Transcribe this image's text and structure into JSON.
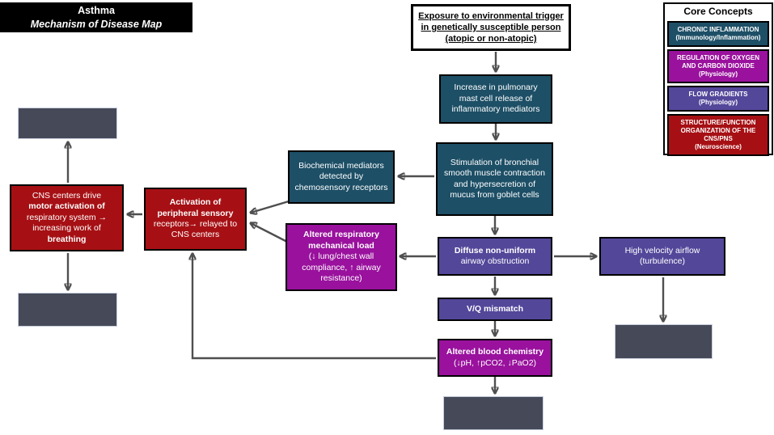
{
  "title": {
    "line1": "Asthma",
    "line2": "Mechanism of Disease Map"
  },
  "colors": {
    "chronic_inflammation_teal": "#1d4f66",
    "oxygen_co2_purple": "#99119d",
    "flow_gradients_indigo": "#53479a",
    "cns_pns_red": "#a61014",
    "placeholder_grey": "#464a58",
    "arrow_grey": "#4f4f4f",
    "title_bar_black": "#000000"
  },
  "legend": {
    "title": "Core Concepts",
    "items": [
      {
        "label": "CHRONIC INFLAMMATION",
        "sub": "(Immunology/Inflammation)",
        "color": "#1d4f66"
      },
      {
        "label": "REGULATION OF OXYGEN AND CARBON DIOXIDE",
        "sub": "(Physiology)",
        "color": "#99119d"
      },
      {
        "label": "FLOW GRADIENTS",
        "sub": "(Physiology)",
        "color": "#53479a"
      },
      {
        "label": "STRUCTURE/FUNCTION ORGANIZATION OF THE CNS/PNS",
        "sub": "(Neuroscience)",
        "color": "#a61014"
      }
    ]
  },
  "nodes": {
    "exposure": {
      "label": "Exposure to environmental trigger in genetically susceptible person (atopic or non-atopic)"
    },
    "increase": {
      "label": "Increase in pulmonary mast cell release of inflammatory mediators"
    },
    "stimulation": {
      "label": "Stimulation of bronchial smooth muscle contraction and hypersecretion of mucus from goblet cells"
    },
    "biochemical": {
      "label": "Biochemical mediators detected by chemosensory receptors"
    },
    "altered_load": {
      "bold": "Altered respiratory mechanical load",
      "normal": "(↓ lung/chest wall compliance, ↑ airway resistance)"
    },
    "diffuse": {
      "bold": "Diffuse non-uniform",
      "normal": "airway obstruction"
    },
    "high_velocity": {
      "label": "High velocity airflow (turbulence)"
    },
    "vq": {
      "label": "V/Q mismatch"
    },
    "blood": {
      "bold": "Altered blood chemistry",
      "normal": "(↓pH, ↑pCO2, ↓PaO2)"
    },
    "activation": {
      "bold": "Activation of peripheral sensory",
      "normal": "receptors→ relayed to CNS centers"
    },
    "cns": {
      "l1": "CNS centers drive",
      "l2": "motor activation of",
      "l3": "respiratory system →",
      "l4": "increasing work of",
      "l5": "breathing"
    }
  }
}
